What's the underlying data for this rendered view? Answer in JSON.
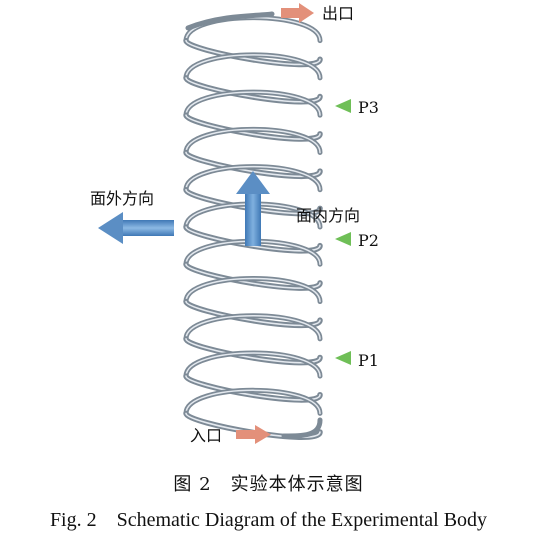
{
  "labels": {
    "outlet": "出口",
    "inlet": "入口",
    "p3": "P3",
    "p2": "P2",
    "p1": "P1",
    "out_of_plane": "面外方向",
    "in_plane": "面内方向"
  },
  "caption": {
    "cn": "图 2　实验本体示意图",
    "en": "Fig. 2　Schematic Diagram of the Experimental Body"
  },
  "colors": {
    "coil": "#7d8a96",
    "coil_highlight": "#e4e9ef",
    "blue_arrow": "#5b8ec4",
    "flow_arrow": "#e3907a",
    "point_marker": "#6fbf57"
  }
}
